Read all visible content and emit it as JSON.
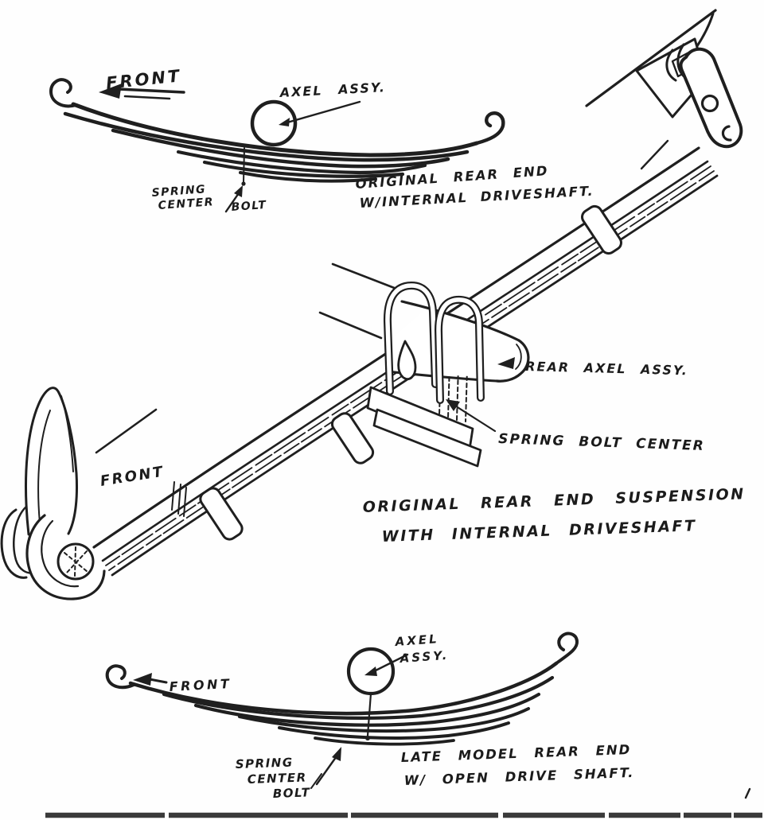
{
  "page": {
    "paper_color": "#fefefe",
    "ink_color": "#1f1f1f",
    "scan_band_color": "#3a3a3a"
  },
  "top_diagram": {
    "front_label": "FRONT",
    "axle_label": "AXEL ASSY.",
    "spring_bolt_label": {
      "line1": "SPRING",
      "line2": "CENTER",
      "line3": "BOLT"
    },
    "caption": {
      "line1": "ORIGINAL REAR END",
      "line2": "W/INTERNAL DRIVESHAFT."
    }
  },
  "middle_diagram": {
    "front_label": "FRONT",
    "rear_axle_label": "REAR AXEL ASSY.",
    "spring_bolt_label": "SPRING BOLT CENTER",
    "caption": {
      "line1": "ORIGINAL REAR END SUSPENSION",
      "line2": "WITH INTERNAL DRIVESHAFT"
    }
  },
  "bottom_diagram": {
    "front_label": "FRONT",
    "axle_label": {
      "line1": "AXEL",
      "line2": "ASSY."
    },
    "spring_bolt_label": {
      "line1": "SPRING",
      "line2": "CENTER",
      "line3": "BOLT"
    },
    "caption": {
      "line1": "LATE MODEL REAR END",
      "line2": "W/ OPEN DRIVE SHAFT."
    }
  }
}
